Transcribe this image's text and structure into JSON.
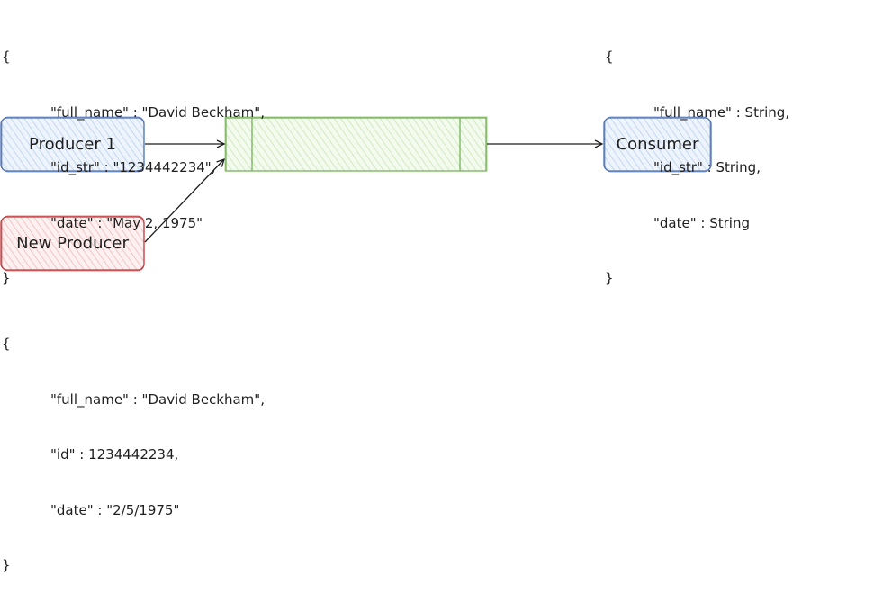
{
  "producer_payload": {
    "open": "{",
    "lines": [
      "\"full_name\" : \"David Beckham\",",
      "\"id_str\" : \"1234442234\",",
      "\"date\" : \"May 2, 1975\""
    ],
    "close": "}"
  },
  "consumer_schema": {
    "open": "{",
    "lines": [
      "\"full_name\" : String,",
      "\"id_str\" : String,",
      "\"date\" : String"
    ],
    "close": "}"
  },
  "new_producer_payload": {
    "open": "{",
    "lines": [
      "\"full_name\" : \"David Beckham\",",
      "\"id\" : 1234442234,",
      "\"date\" : \"2/5/1975\""
    ],
    "close": "}"
  },
  "nodes": {
    "producer1": "Producer 1",
    "new_producer": "New Producer",
    "consumer": "Consumer"
  },
  "colors": {
    "blue_stroke": "#4a6fb5",
    "blue_fill": "#dbe8f8",
    "red_stroke": "#c0393b",
    "red_fill": "#fbe1e2",
    "green_stroke": "#74b357",
    "green_fill": "#e6f4dc",
    "ink": "#1e1e1e"
  }
}
